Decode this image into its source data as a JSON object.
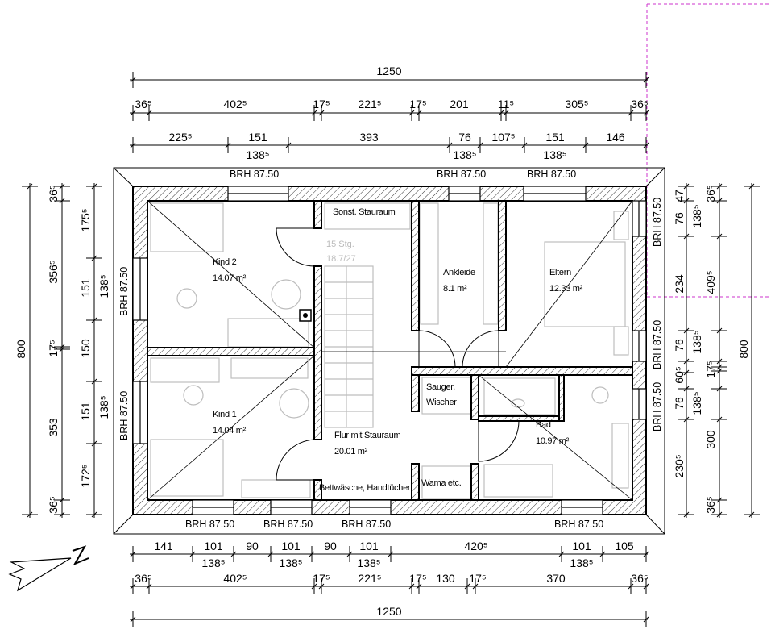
{
  "plan": {
    "title": "Obergeschoss Grundriss",
    "colors": {
      "wall_line": "#000000",
      "furniture": "#bdbdbd",
      "guide": "#cc33cc",
      "window_edge": "#33aa33"
    },
    "rooms": [
      {
        "name": "Kind 2",
        "area": "14.07 m²"
      },
      {
        "name": "Kind 1",
        "area": "14.04 m²"
      },
      {
        "name": "Ankleide",
        "area": "8.1 m²"
      },
      {
        "name": "Eltern",
        "area": "12.33 m²"
      },
      {
        "name": "Bad",
        "area": "10.97 m²"
      },
      {
        "name": "Flur mit Stauraum",
        "area": "20.01 m²"
      }
    ],
    "storage": [
      "Sonst. Stauraum",
      "Sauger,",
      "Wischer",
      "Bettwäsche, Handtücher",
      "Wama etc."
    ],
    "stair": {
      "steps": "15 Stg.",
      "ratio": "18.7/27"
    },
    "brh_label": "BRH 87.50",
    "compass": "N"
  },
  "dims": {
    "top_total": "1250",
    "top_row2": [
      "36⁵",
      "402⁵",
      "17⁵",
      "221⁵",
      "17⁵",
      "201",
      "11⁵",
      "305⁵",
      "36⁵"
    ],
    "top_row3": [
      "225⁵",
      "151",
      "393",
      "76",
      "107⁵",
      "151",
      "146"
    ],
    "top_row3_sub": [
      "138⁵",
      "138⁵",
      "138⁵"
    ],
    "bottom_row1": [
      "141",
      "101",
      "90",
      "101",
      "90",
      "101",
      "420⁵",
      "101",
      "105"
    ],
    "bottom_row1_sub": [
      "138⁵",
      "138⁵",
      "138⁵",
      "138⁵"
    ],
    "bottom_row2": [
      "36⁵",
      "402⁵",
      "17⁵",
      "221⁵",
      "17⁵",
      "130",
      "17⁵",
      "370",
      "36⁵"
    ],
    "bottom_total": "1250",
    "left_total": "800",
    "left_mid": [
      "36⁵",
      "356⁵",
      "17⁵",
      "353",
      "36⁵"
    ],
    "left_inner": [
      "175⁵",
      "151",
      "150",
      "151",
      "172⁵"
    ],
    "left_inner_sub": [
      "138⁵",
      "138⁵"
    ],
    "right_inner": [
      "47",
      "76",
      "234",
      "76",
      "60⁵",
      "76",
      "230⁵"
    ],
    "right_mid": [
      "36⁵",
      "138⁵",
      "409⁵",
      "138⁵",
      "17⁵",
      "138⁵",
      "300",
      "36⁵"
    ],
    "right_total": "800"
  }
}
